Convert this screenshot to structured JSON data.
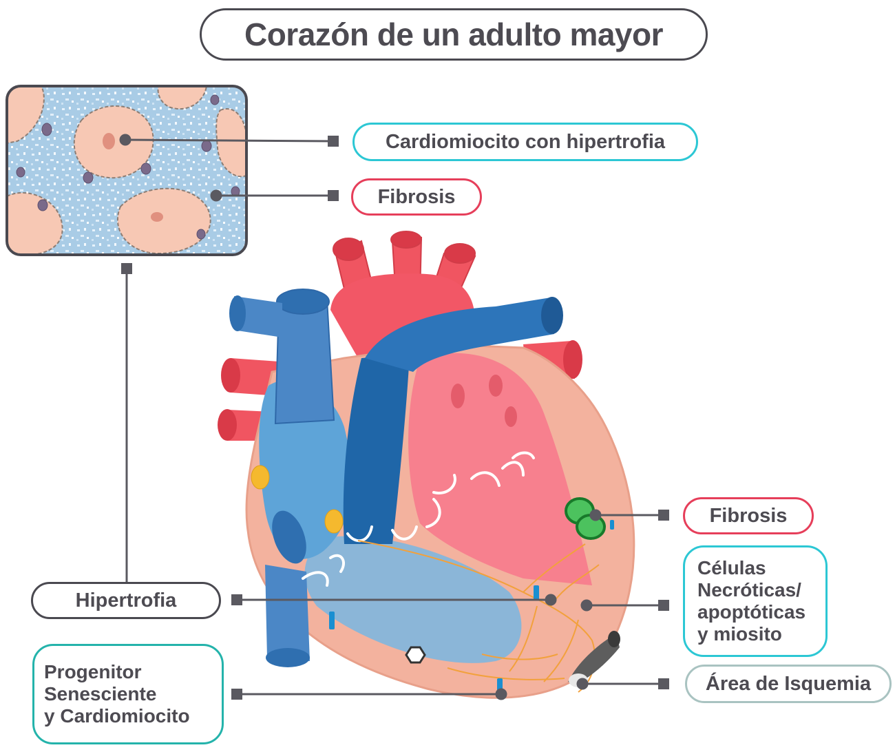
{
  "title": "Corazón de un adulto mayor",
  "labels": {
    "cardiomiocito_hipertrofia": "Cardiomiocito con hipertrofia",
    "fibrosis_tissue": "Fibrosis",
    "fibrosis_heart": "Fibrosis",
    "hipertrofia": "Hipertrofia",
    "celulas": [
      "Células",
      "Necróticas/",
      "apoptóticas",
      "y miosito"
    ],
    "area_isquemia": "Área de Isquemia",
    "progenitor": [
      "Progenitor",
      "Senesciente",
      "y Cardiomiocito"
    ]
  },
  "colors": {
    "outline_dark": "#4a4950",
    "teal": "#2cc7d4",
    "red": "#e63e5a",
    "green_teal": "#24b3ab",
    "gray_teal": "#a9c3c1"
  }
}
